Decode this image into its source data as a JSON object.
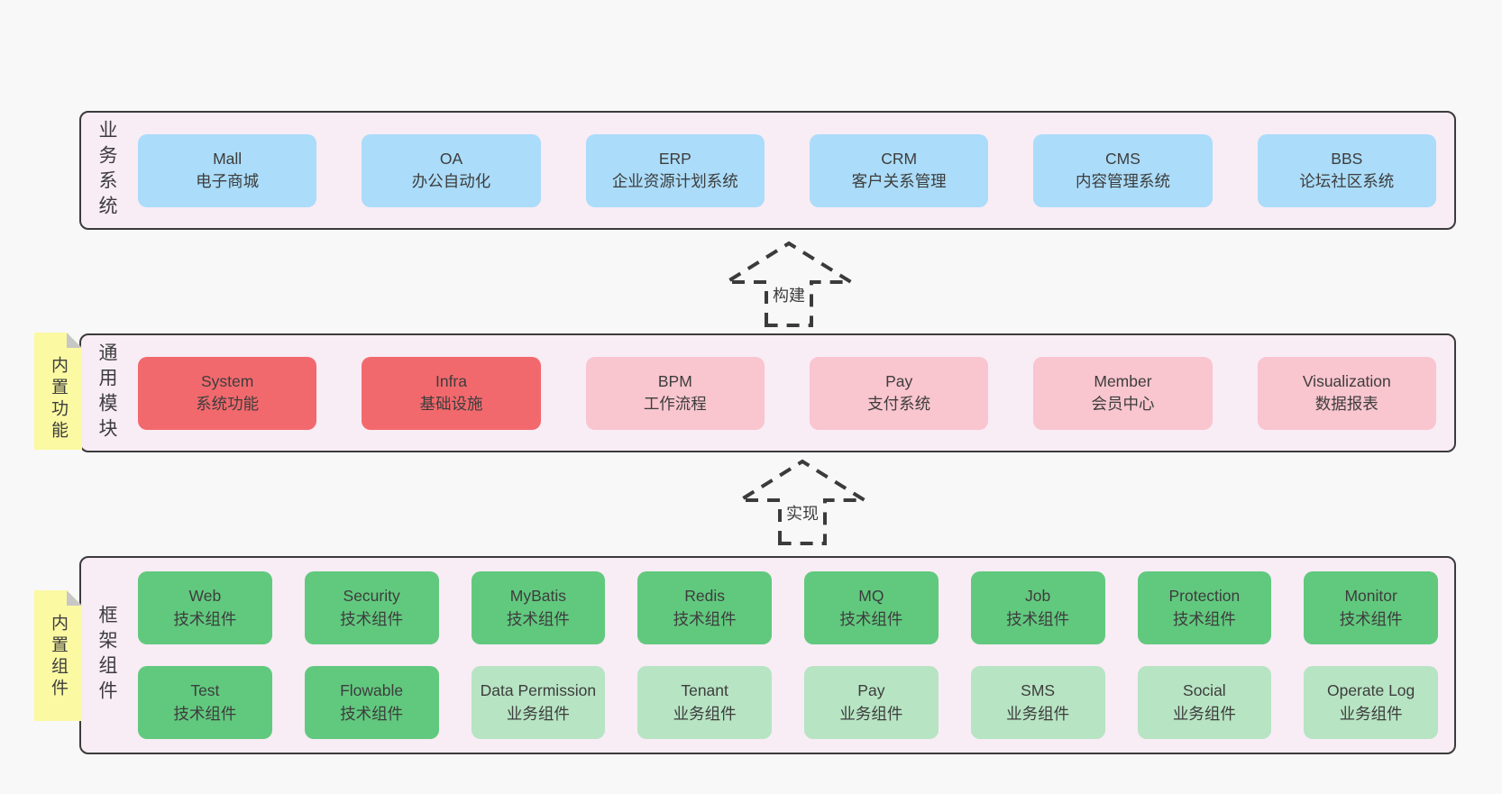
{
  "colors": {
    "page-bg": "#f8f8f8",
    "band-bg": "#f8ecf5",
    "border": "#3b3b3b",
    "text": "#3d3d3d",
    "blue": "#abdcf9",
    "red": "#f2696d",
    "pink": "#f9c5ce",
    "green": "#61c97e",
    "light-green": "#b7e4c3",
    "yellow": "#fbf9a2",
    "fold": "#c7c7c7"
  },
  "bands": [
    {
      "label": "业务系统",
      "items": [
        {
          "title": "Mall",
          "subtitle": "电子商城",
          "variant": "blue"
        },
        {
          "title": "OA",
          "subtitle": "办公自动化",
          "variant": "blue"
        },
        {
          "title": "ERP",
          "subtitle": "企业资源计划系统",
          "variant": "blue"
        },
        {
          "title": "CRM",
          "subtitle": "客户关系管理",
          "variant": "blue"
        },
        {
          "title": "CMS",
          "subtitle": "内容管理系统",
          "variant": "blue"
        },
        {
          "title": "BBS",
          "subtitle": "论坛社区系统",
          "variant": "blue"
        }
      ]
    },
    {
      "label": "通用模块",
      "sticky": "内置功能",
      "items": [
        {
          "title": "System",
          "subtitle": "系统功能",
          "variant": "red"
        },
        {
          "title": "Infra",
          "subtitle": "基础设施",
          "variant": "red"
        },
        {
          "title": "BPM",
          "subtitle": "工作流程",
          "variant": "pink"
        },
        {
          "title": "Pay",
          "subtitle": "支付系统",
          "variant": "pink"
        },
        {
          "title": "Member",
          "subtitle": "会员中心",
          "variant": "pink"
        },
        {
          "title": "Visualization",
          "subtitle": "数据报表",
          "variant": "pink"
        }
      ]
    },
    {
      "label": "框架组件",
      "sticky": "内置组件",
      "rows": [
        [
          {
            "title": "Web",
            "subtitle": "技术组件",
            "variant": "green"
          },
          {
            "title": "Security",
            "subtitle": "技术组件",
            "variant": "green"
          },
          {
            "title": "MyBatis",
            "subtitle": "技术组件",
            "variant": "green"
          },
          {
            "title": "Redis",
            "subtitle": "技术组件",
            "variant": "green"
          },
          {
            "title": "MQ",
            "subtitle": "技术组件",
            "variant": "green"
          },
          {
            "title": "Job",
            "subtitle": "技术组件",
            "variant": "green"
          },
          {
            "title": "Protection",
            "subtitle": "技术组件",
            "variant": "green"
          },
          {
            "title": "Monitor",
            "subtitle": "技术组件",
            "variant": "green"
          }
        ],
        [
          {
            "title": "Test",
            "subtitle": "技术组件",
            "variant": "green"
          },
          {
            "title": "Flowable",
            "subtitle": "技术组件",
            "variant": "green"
          },
          {
            "title": "Data Permission",
            "subtitle": "业务组件",
            "variant": "light-green"
          },
          {
            "title": "Tenant",
            "subtitle": "业务组件",
            "variant": "light-green"
          },
          {
            "title": "Pay",
            "subtitle": "业务组件",
            "variant": "light-green"
          },
          {
            "title": "SMS",
            "subtitle": "业务组件",
            "variant": "light-green"
          },
          {
            "title": "Social",
            "subtitle": "业务组件",
            "variant": "light-green"
          },
          {
            "title": "Operate Log",
            "subtitle": "业务组件",
            "variant": "light-green"
          }
        ]
      ]
    }
  ],
  "arrows": [
    {
      "label": "构建"
    },
    {
      "label": "实现"
    }
  ]
}
